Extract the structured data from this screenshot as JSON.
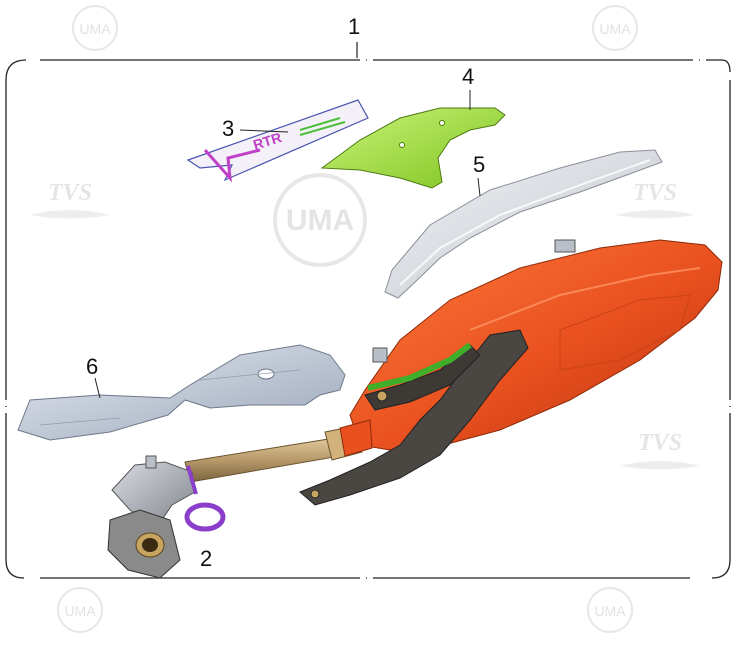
{
  "diagram": {
    "callouts": [
      {
        "id": "1",
        "label": "1"
      },
      {
        "id": "2",
        "label": "2"
      },
      {
        "id": "3",
        "label": "3"
      },
      {
        "id": "4",
        "label": "4"
      },
      {
        "id": "5",
        "label": "5"
      },
      {
        "id": "6",
        "label": "6"
      }
    ],
    "sticker_text": "RTR",
    "watermarks": {
      "uma": "UMA",
      "tvs": "TVS"
    },
    "colors": {
      "muffler": "#e8501f",
      "shield": "#9fe03a",
      "cover": "#c8ccd4",
      "heat_guard": "#cfd6e2",
      "pipe": "#b89a6a",
      "gasket": "#8a3ec9",
      "bracket": "#4a4642",
      "sticker": "#c040c8"
    }
  }
}
